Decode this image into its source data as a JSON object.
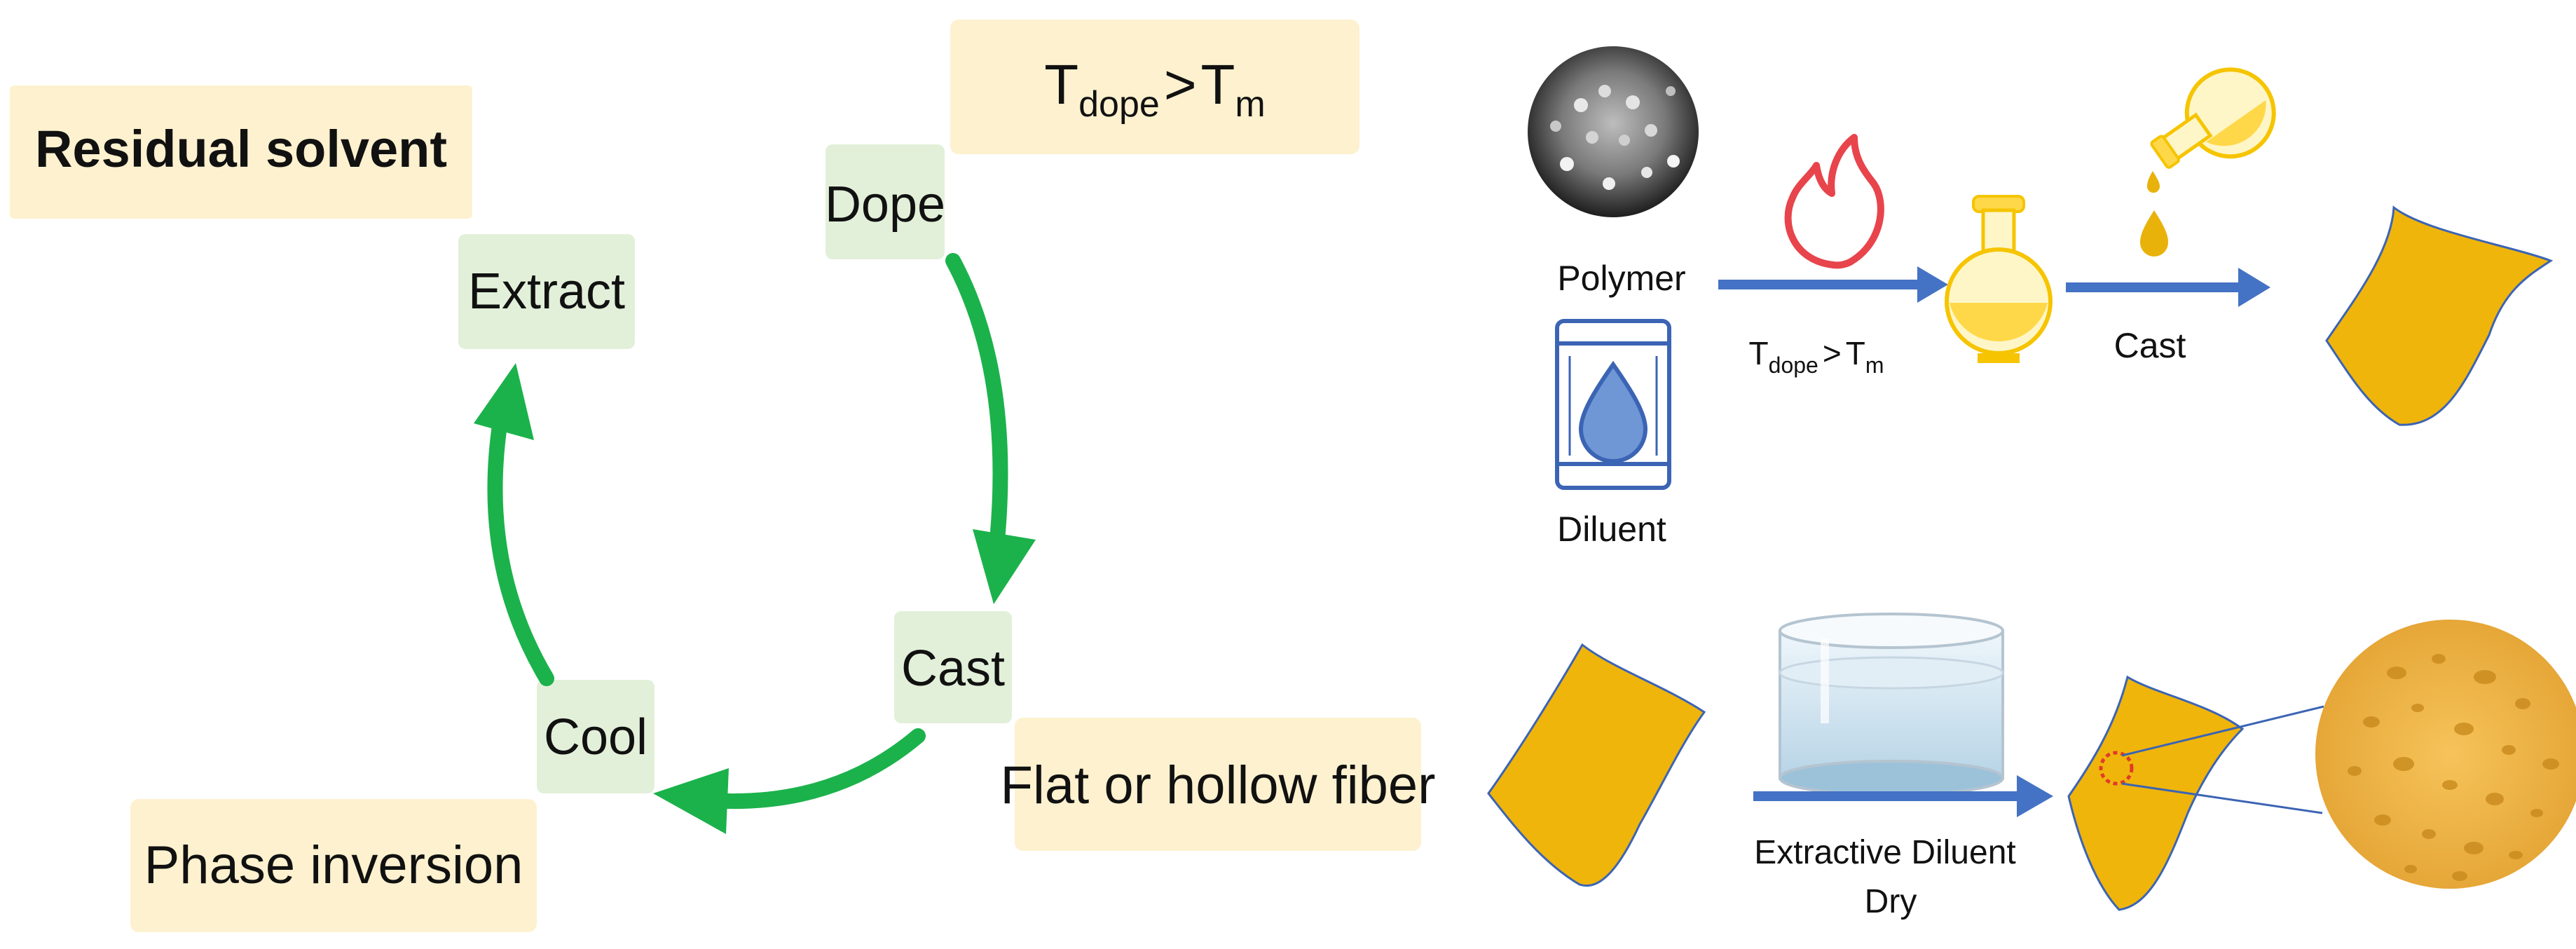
{
  "left_cycle": {
    "steps": {
      "dope": "Dope",
      "cast": "Cast",
      "cool": "Cool",
      "extract": "Extract"
    },
    "notes": {
      "residual_solvent": "Residual solvent",
      "temperature": {
        "t": "T",
        "sub1": "dope",
        "op": ">",
        "t2": "T",
        "sub2": "m"
      },
      "flat_or_hollow": "Flat or hollow fiber",
      "phase_inversion": "Phase inversion"
    }
  },
  "right_process": {
    "polymer": "Polymer",
    "diluent": "Diluent",
    "temperature": {
      "t": "T",
      "sub1": "dope",
      "op": ">",
      "t2": "T",
      "sub2": "m"
    },
    "cast": "Cast",
    "extract_line1": "Extractive Diluent",
    "extract_line2": "Dry"
  },
  "colors": {
    "note_box": "#fdf1cf",
    "step_box": "#e2f0d9",
    "cycle_arrow": "#1bb24b",
    "process_arrow": "#4472c4",
    "membrane": "#f0b50a"
  },
  "icons": [
    "flame-icon",
    "flask-icon",
    "pouring-flask-icon",
    "diluent-barrel-icon",
    "water-dish-icon",
    "polymer-pellets-image",
    "porous-membrane-image"
  ]
}
